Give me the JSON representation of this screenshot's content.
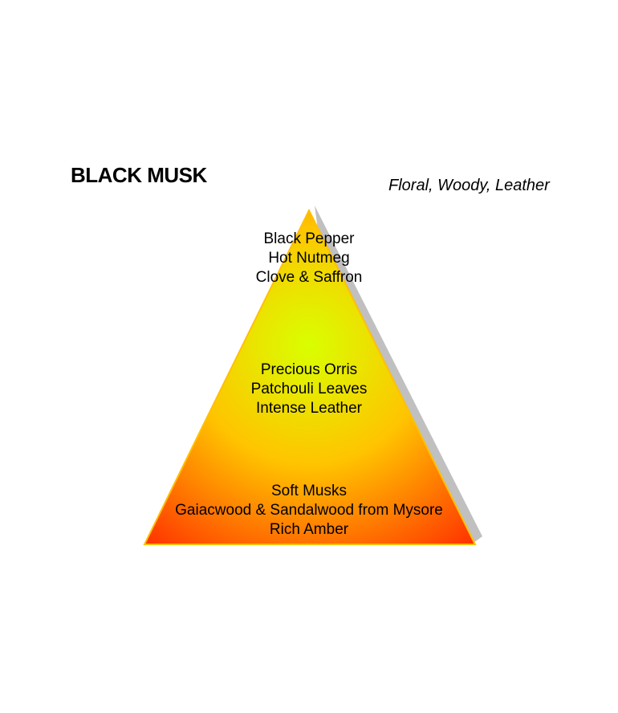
{
  "header": {
    "title": "BLACK MUSK",
    "family": "Floral, Woody, Leather"
  },
  "colors": {
    "apex": "#d9ff00",
    "mid": "#ffc400",
    "base": "#ff2a00",
    "outline": "#ffc000",
    "shadow": "#c0c0c0"
  },
  "pyramid": {
    "top_notes": [
      "Black Pepper",
      "Hot Nutmeg",
      "Clove & Saffron"
    ],
    "heart_notes": [
      "Precious Orris",
      "Patchouli Leaves",
      "Intense Leather"
    ],
    "base_notes": [
      "Soft Musks",
      "Gaiacwood & Sandalwood from Mysore",
      "Rich Amber"
    ]
  }
}
